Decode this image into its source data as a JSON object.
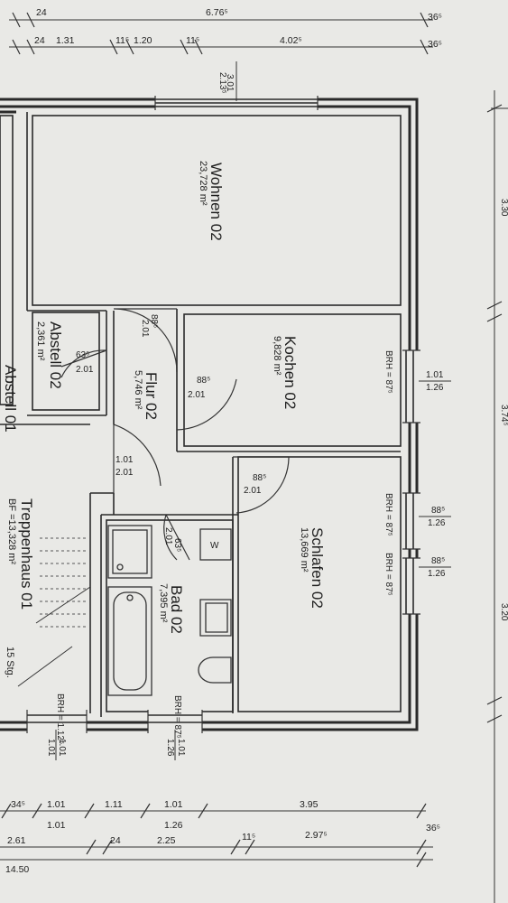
{
  "rooms": {
    "wohnen": {
      "name": "Wohnen 02",
      "area": "23,728 m²"
    },
    "kochen": {
      "name": "Kochen 02",
      "area": "9,828 m²"
    },
    "flur": {
      "name": "Flur 02",
      "area": "5,746 m²"
    },
    "abstell": {
      "name": "Abstell 02",
      "area": "2,361 m²"
    },
    "abstell01": {
      "name": "Abstell 01"
    },
    "schlafen": {
      "name": "Schlafen 02",
      "area": "13,669 m²"
    },
    "bad": {
      "name": "Bad 02",
      "area": "7,395 m²"
    },
    "treppe": {
      "name": "Treppenhaus 01",
      "area": "BF =13,328 m²",
      "steps": "15 Stg."
    }
  },
  "doors": {
    "wohnen": {
      "w": "88⁵",
      "h": "2.01"
    },
    "abstell": {
      "w": "63⁵",
      "h": "2.01"
    },
    "kochen": {
      "w": "88⁵",
      "h": "2.01"
    },
    "flur_entry": {
      "w": "1.01",
      "h": "2.01"
    },
    "schlafen": {
      "w": "88⁵",
      "h": "2.01"
    },
    "bad": {
      "w": "63⁵",
      "h": "2.01"
    }
  },
  "windows": {
    "wohnen_top": {
      "a": "3.01",
      "b": "2.13⁵"
    },
    "kochen": {
      "brh": "BRH = 87⁵",
      "w": "1.01",
      "h": "1.26"
    },
    "schlafen1": {
      "brh": "BRH = 87⁵",
      "w": "88⁵",
      "h": "1.26"
    },
    "schlafen2": {
      "brh": "BRH = 87⁵",
      "w": "88⁵",
      "h": "1.26"
    },
    "bad": {
      "brh": "BRH = 87⁵",
      "w": "1.01",
      "h": "1.26"
    },
    "treppe": {
      "brh": "BRH = 1.12⁵",
      "w": "1.01",
      "h": "1.01"
    }
  },
  "fixtures": {
    "washer": "W"
  },
  "dims_top": {
    "row1": [
      "24",
      "6.76⁵",
      "36⁵"
    ],
    "row2": [
      "24",
      "1.31",
      "11⁵",
      "1.20",
      "11⁵",
      "4.02⁵",
      "36⁵"
    ]
  },
  "dims_bottom": {
    "row1": [
      "34⁵",
      "1.01",
      "1.11",
      "1.01",
      "3.95"
    ],
    "row1b": [
      "1.01",
      "1.26"
    ],
    "row2": [
      "2.61",
      "24",
      "2.25",
      "11⁵",
      "2.97⁵",
      "36⁵"
    ],
    "row3": [
      "14.50"
    ]
  },
  "dims_right": [
    "3.30",
    "3.74⁵",
    "3.20"
  ]
}
